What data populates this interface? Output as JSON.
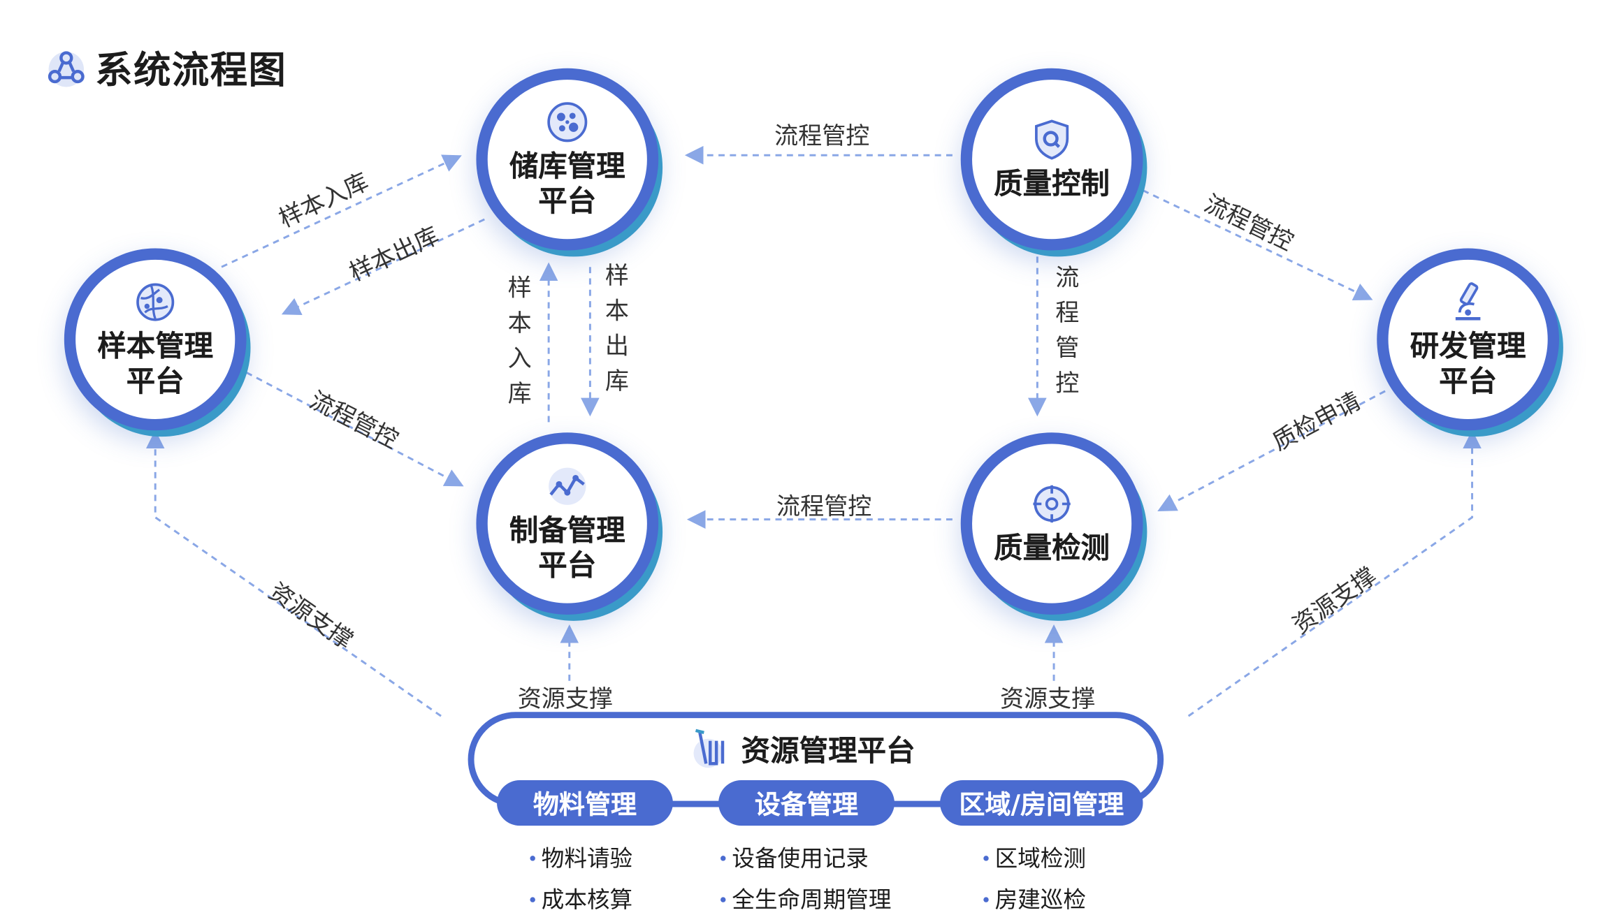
{
  "title": {
    "text": "系统流程图",
    "icon": "network-share-icon"
  },
  "colors": {
    "primary": "#4a6bd0",
    "secondary": "#3a9ac8",
    "arrow": "#8aa7e6"
  },
  "nodes": {
    "storage": {
      "label_line1": "储库管理",
      "label_line2": "平台",
      "icon": "cells-icon"
    },
    "quality_control": {
      "label_line1": "质量控制",
      "label_line2": "",
      "icon": "shield-search-icon"
    },
    "sample": {
      "label_line1": "样本管理",
      "label_line2": "平台",
      "icon": "globe-network-icon"
    },
    "rnd": {
      "label_line1": "研发管理",
      "label_line2": "平台",
      "icon": "microscope-icon"
    },
    "preparation": {
      "label_line1": "制备管理",
      "label_line2": "平台",
      "icon": "line-trend-icon"
    },
    "quality_test": {
      "label_line1": "质量检测",
      "label_line2": "",
      "icon": "target-icon"
    }
  },
  "edges": {
    "qc_to_storage": "流程管控",
    "qc_to_rnd": "流程管控",
    "qc_to_test": "流程管控",
    "sample_to_storage": "样本入库",
    "storage_to_sample": "样本出库",
    "prep_to_storage": "样本入库",
    "storage_to_prep": "样本出库",
    "sample_to_prep": "流程管控",
    "test_to_prep": "流程管控",
    "rnd_to_test": "质检申请",
    "res_to_sample": "资源支撑",
    "res_to_rnd": "资源支撑",
    "res_to_prep": "资源支撑",
    "res_to_test": "资源支撑"
  },
  "resource": {
    "title": "资源管理平台",
    "icon": "test-tube-icon",
    "groups": [
      {
        "label": "物料管理",
        "items": [
          "物料请验",
          "成本核算"
        ]
      },
      {
        "label": "设备管理",
        "items": [
          "设备使用记录",
          "全生命周期管理"
        ]
      },
      {
        "label": "区域/房间管理",
        "items": [
          "区域检测",
          "房建巡检"
        ]
      }
    ]
  }
}
